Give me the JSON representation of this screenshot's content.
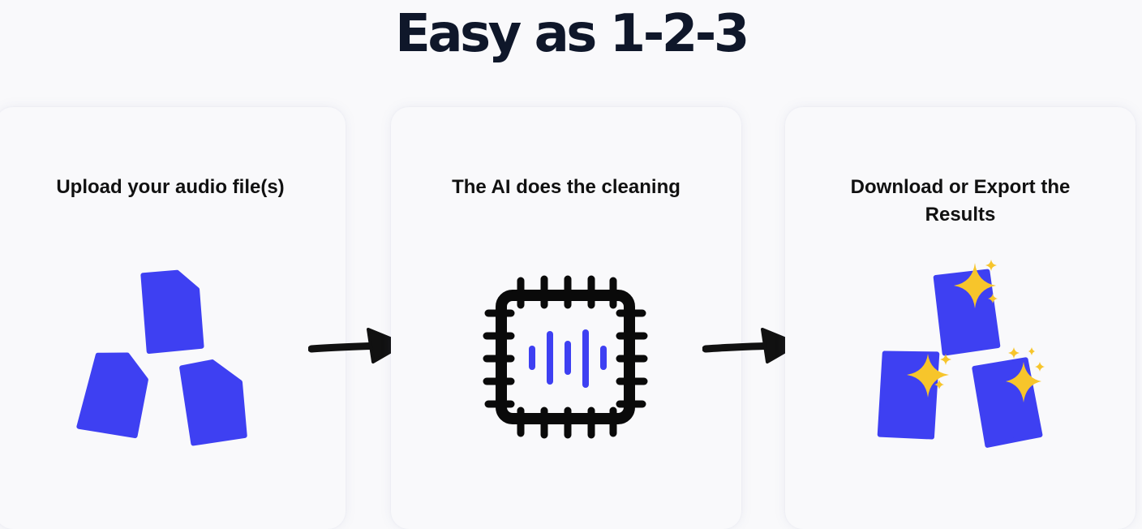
{
  "page": {
    "title": "Easy as 1-2-3"
  },
  "steps": [
    {
      "title": "Upload your audio file(s)",
      "icon": "audio-files-icon"
    },
    {
      "title": "The AI does the cleaning",
      "icon": "ai-chip-waveform-icon"
    },
    {
      "title": "Download or Export the Results",
      "icon": "sparkling-files-icon"
    }
  ],
  "colors": {
    "file_blue": "#3e40f2",
    "sparkle_yellow": "#f7c52b",
    "chip_black": "#0a0a0a",
    "heading": "#0f172a"
  }
}
